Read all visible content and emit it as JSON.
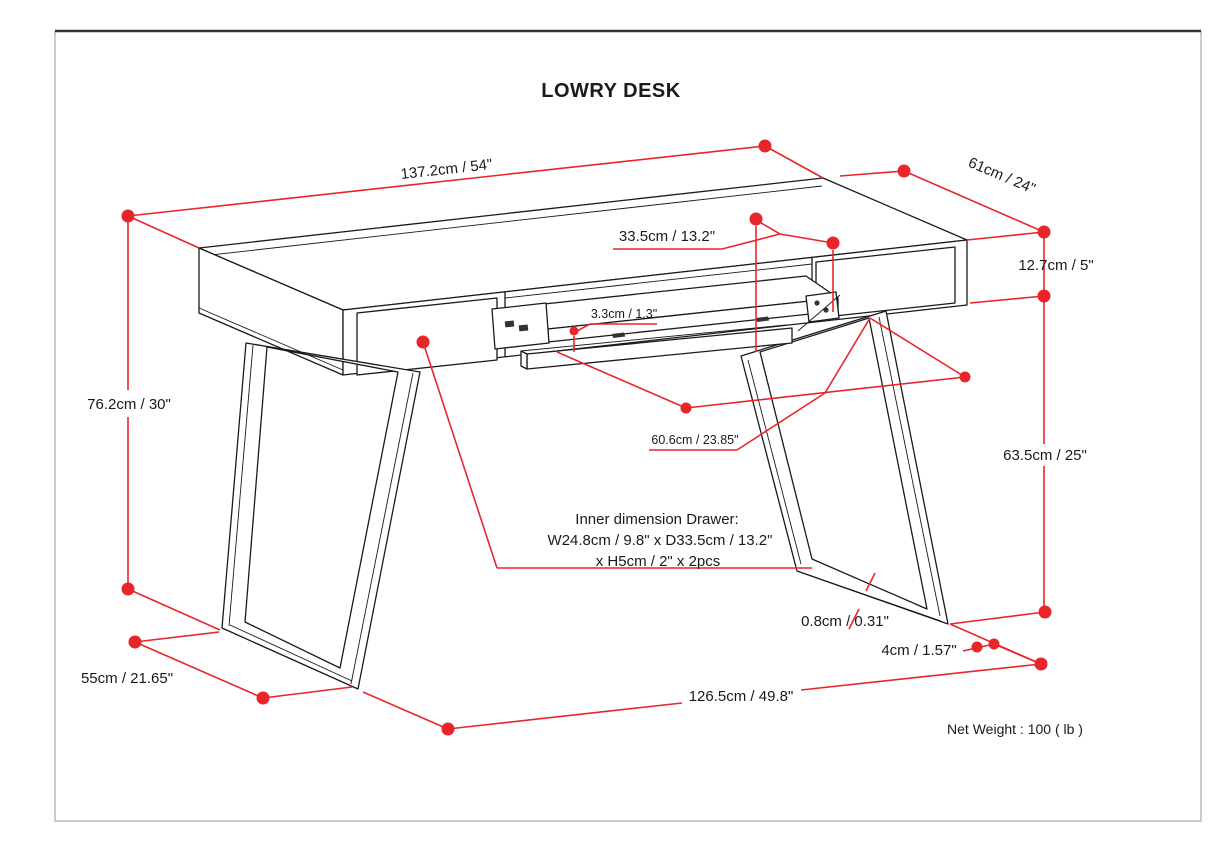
{
  "title": "LOWRY DESK",
  "net_weight": "Net Weight : 100 ( lb )",
  "colors": {
    "dimension_red": "#e8262a",
    "line_art": "#1a1a1a",
    "background": "#ffffff"
  },
  "dimensions": {
    "length": "137.2cm / 54\"",
    "depth": "61cm / 24\"",
    "top_thickness": "12.7cm / 5\"",
    "drawer_depth": "33.5cm / 13.2\"",
    "tray_lip": "3.3cm / 1.3\"",
    "height": "76.2cm / 30\"",
    "tray_width": "60.6cm / 23.85\"",
    "leg_height": "63.5cm / 25\"",
    "leg_thickness": "0.8cm / 0.31\"",
    "foot_width": "4cm / 1.57\"",
    "base_span": "126.5cm / 49.8\"",
    "base_depth": "55cm / 21.65\""
  },
  "inner_drawer": {
    "line1": "Inner dimension Drawer:",
    "line2": "W24.8cm / 9.8\" x D33.5cm / 13.2\"",
    "line3": "x H5cm / 2\" x 2pcs"
  }
}
